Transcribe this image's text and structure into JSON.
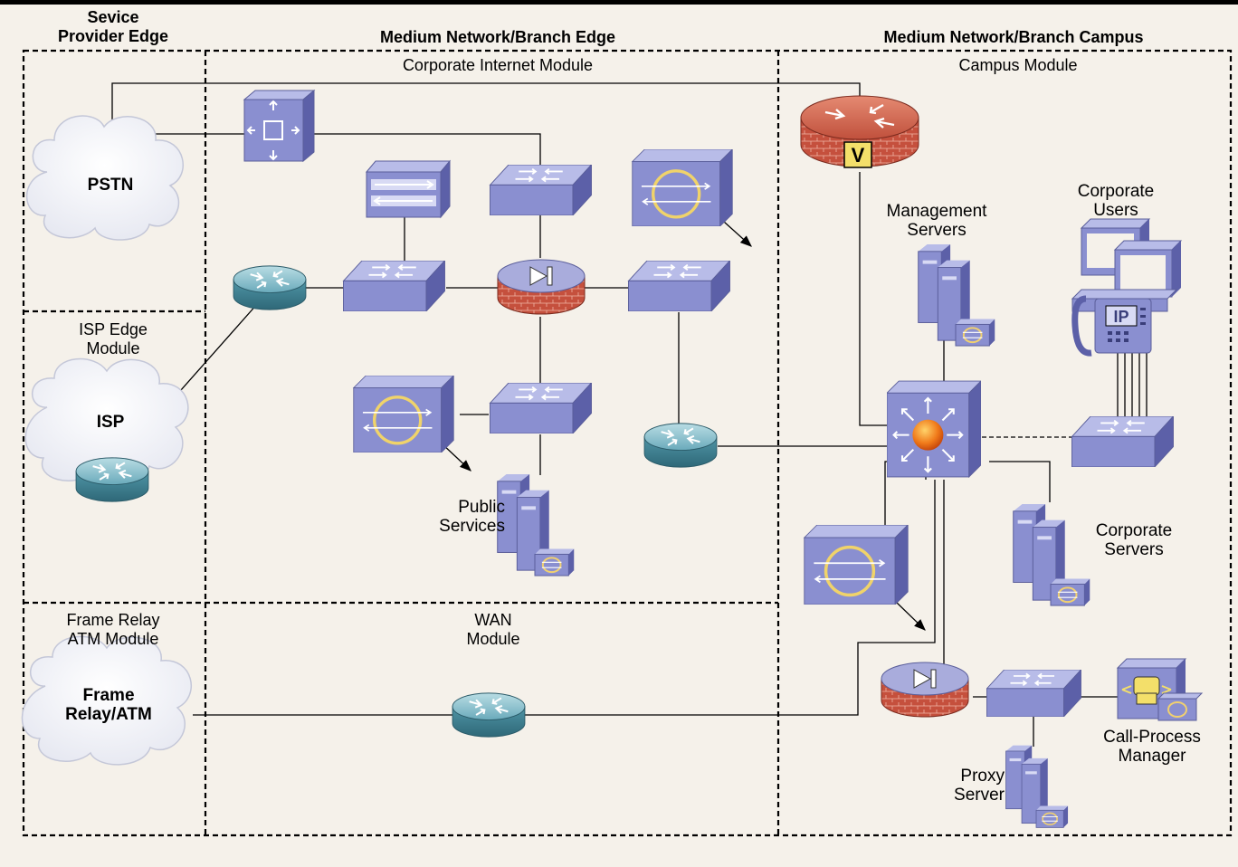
{
  "headers": {
    "sp_edge_line1": "Sevice",
    "sp_edge_line2": "Provider Edge",
    "branch_edge": "Medium Network/Branch Edge",
    "branch_campus": "Medium Network/Branch Campus"
  },
  "modules": {
    "corporate_internet": "Corporate Internet Module",
    "campus": "Campus Module",
    "isp_edge_line1": "ISP Edge",
    "isp_edge_line2": "Module",
    "frame_relay_line1": "Frame Relay",
    "frame_relay_line2": "ATM Module",
    "wan_line1": "WAN",
    "wan_line2": "Module"
  },
  "clouds": {
    "pstn": "PSTN",
    "isp": "ISP",
    "fr_line1": "Frame",
    "fr_line2": "Relay/ATM"
  },
  "device_labels": {
    "management_line1": "Management",
    "management_line2": "Servers",
    "corp_users_line1": "Corporate",
    "corp_users_line2": "Users",
    "public_line1": "Public",
    "public_line2": "Services",
    "corp_servers_line1": "Corporate",
    "corp_servers_line2": "Servers",
    "callproc_line1": "Call-Process",
    "callproc_line2": "Manager",
    "proxy_line1": "Proxy",
    "proxy_line2": "Server"
  },
  "icon_text": {
    "vpn_badge": "V",
    "ip_phone_badge": "IP"
  },
  "colors": {
    "background": "#f5f1ea",
    "device_blue": "#8a8fd0",
    "router_teal": "#4f95a6",
    "firewall_red": "#c0503c",
    "ids_arrow": "#e0962e"
  }
}
